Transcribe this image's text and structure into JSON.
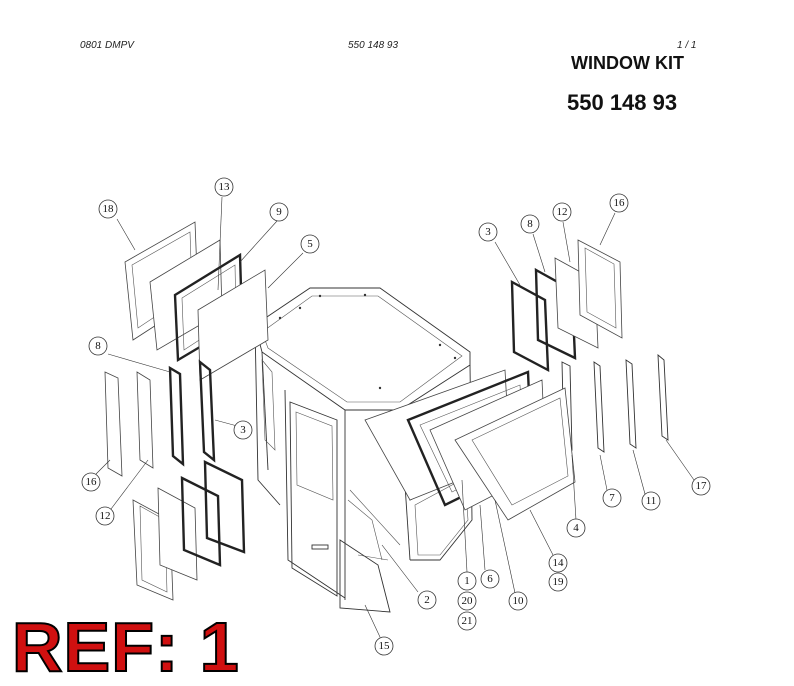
{
  "header": {
    "left_code": "0801 DMPV",
    "center_code": "550 148 93",
    "page": "1 /   1"
  },
  "title": "WINDOW KIT",
  "part_number": "550 148 93",
  "ref_label": "REF: 1",
  "callouts": [
    {
      "label": "18"
    },
    {
      "label": "13"
    },
    {
      "label": "9"
    },
    {
      "label": "5"
    },
    {
      "label": "3"
    },
    {
      "label": "8"
    },
    {
      "label": "12"
    },
    {
      "label": "16"
    },
    {
      "label": "8"
    },
    {
      "label": "3"
    },
    {
      "label": "16"
    },
    {
      "label": "12"
    },
    {
      "label": "7"
    },
    {
      "label": "11"
    },
    {
      "label": "17"
    },
    {
      "label": "4"
    },
    {
      "label": "14"
    },
    {
      "label": "19"
    },
    {
      "label": "1"
    },
    {
      "label": "6"
    },
    {
      "label": "10"
    },
    {
      "label": "20"
    },
    {
      "label": "21"
    },
    {
      "label": "2"
    },
    {
      "label": "15"
    }
  ]
}
